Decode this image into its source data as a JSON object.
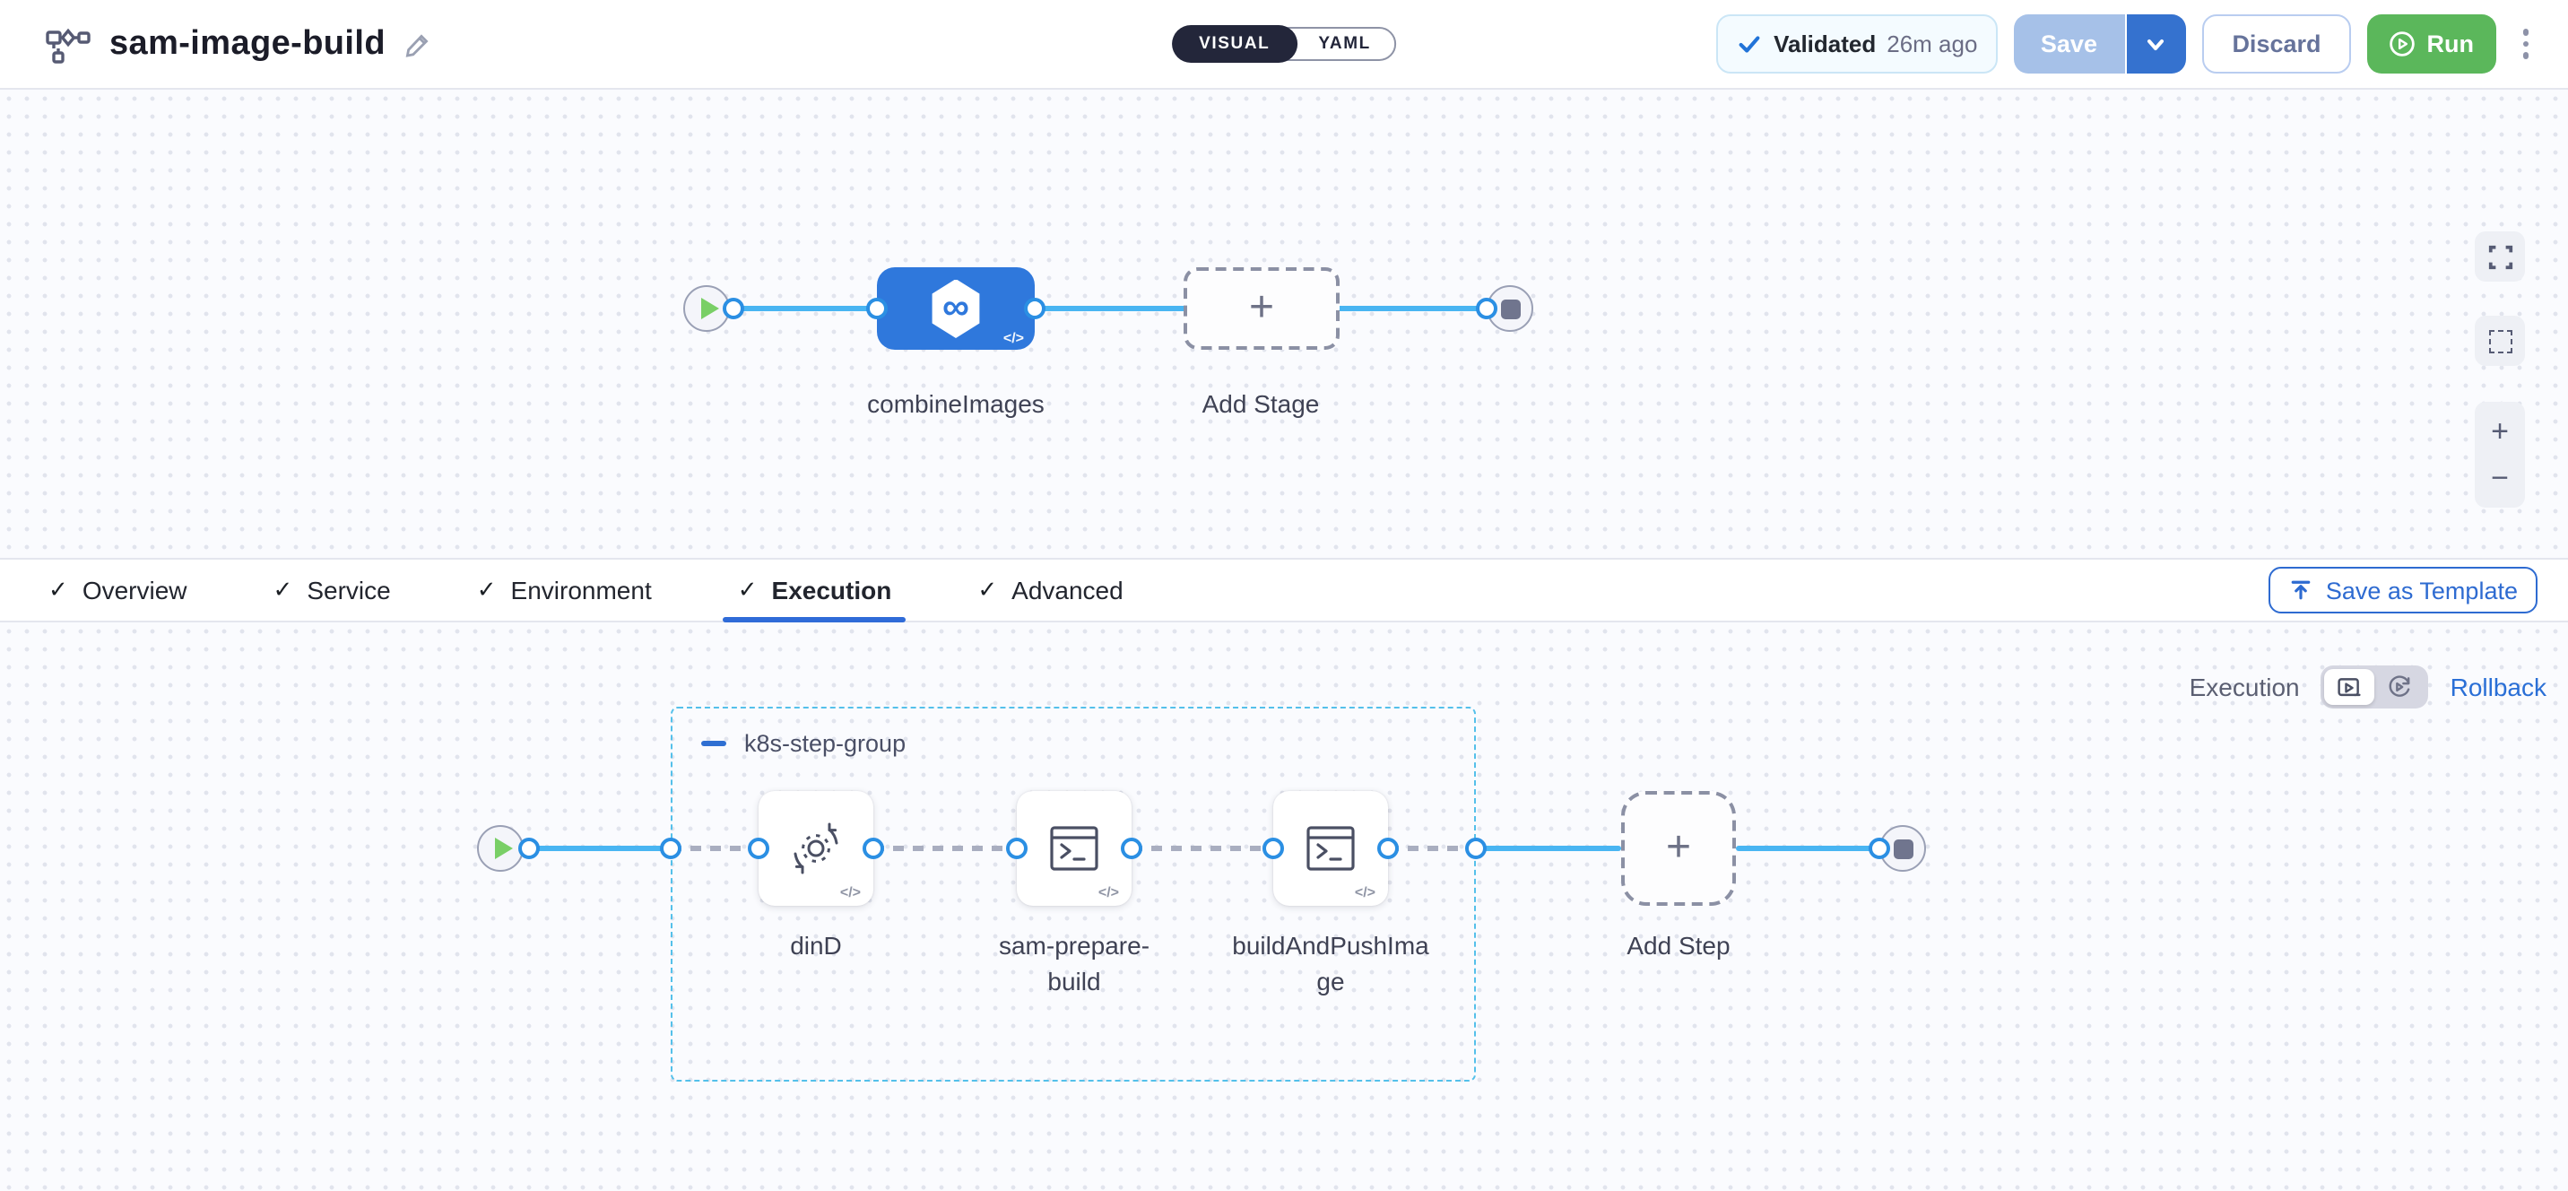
{
  "header": {
    "title": "sam-image-build",
    "mode_toggle": {
      "visual": "VISUAL",
      "yaml": "YAML"
    },
    "validated": {
      "label": "Validated",
      "time": "26m ago"
    },
    "save_label": "Save",
    "discard_label": "Discard",
    "run_label": "Run"
  },
  "tabs": {
    "items": [
      {
        "label": "Overview"
      },
      {
        "label": "Service"
      },
      {
        "label": "Environment"
      },
      {
        "label": "Execution",
        "active": true
      },
      {
        "label": "Advanced"
      }
    ],
    "save_as_template_label": "Save as Template"
  },
  "stage_pipeline": {
    "stage_name": "combineImages",
    "add_stage_label": "Add Stage"
  },
  "execution": {
    "phase": {
      "execution_label": "Execution",
      "rollback_label": "Rollback"
    },
    "group": {
      "label": "k8s-step-group",
      "steps": [
        {
          "name": "dinD",
          "icon": "gear-sync-icon"
        },
        {
          "name": "sam-prepare-build",
          "icon": "terminal-icon"
        },
        {
          "name": "buildAndPushImage",
          "icon": "terminal-icon"
        }
      ]
    },
    "add_step_label": "Add Step"
  },
  "glyphs": {
    "plus": "+",
    "zoom_in": "+",
    "zoom_out": "−",
    "check": "✓",
    "infinity": "∞",
    "code_badge": "</>"
  },
  "colors": {
    "stage_blue": "#2f78dc",
    "run_green": "#5bb75b",
    "connector_blue": "#49b5f2",
    "ring_blue": "#2b8fe3",
    "group_border": "#54c0ea",
    "accent_blue": "#2e6bd1",
    "validated_check": "#2173d8"
  }
}
